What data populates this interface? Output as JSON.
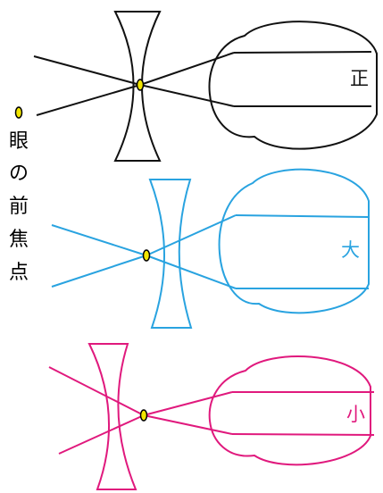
{
  "vertical_label": [
    "眼",
    "の",
    "前",
    "焦",
    "点"
  ],
  "panels": [
    {
      "id": "normal",
      "label": "正",
      "color": "#111111"
    },
    {
      "id": "large",
      "label": "大",
      "color": "#29a3e0"
    },
    {
      "id": "small",
      "label": "小",
      "color": "#e0197d"
    }
  ],
  "focal_point_color": "#f2e600"
}
